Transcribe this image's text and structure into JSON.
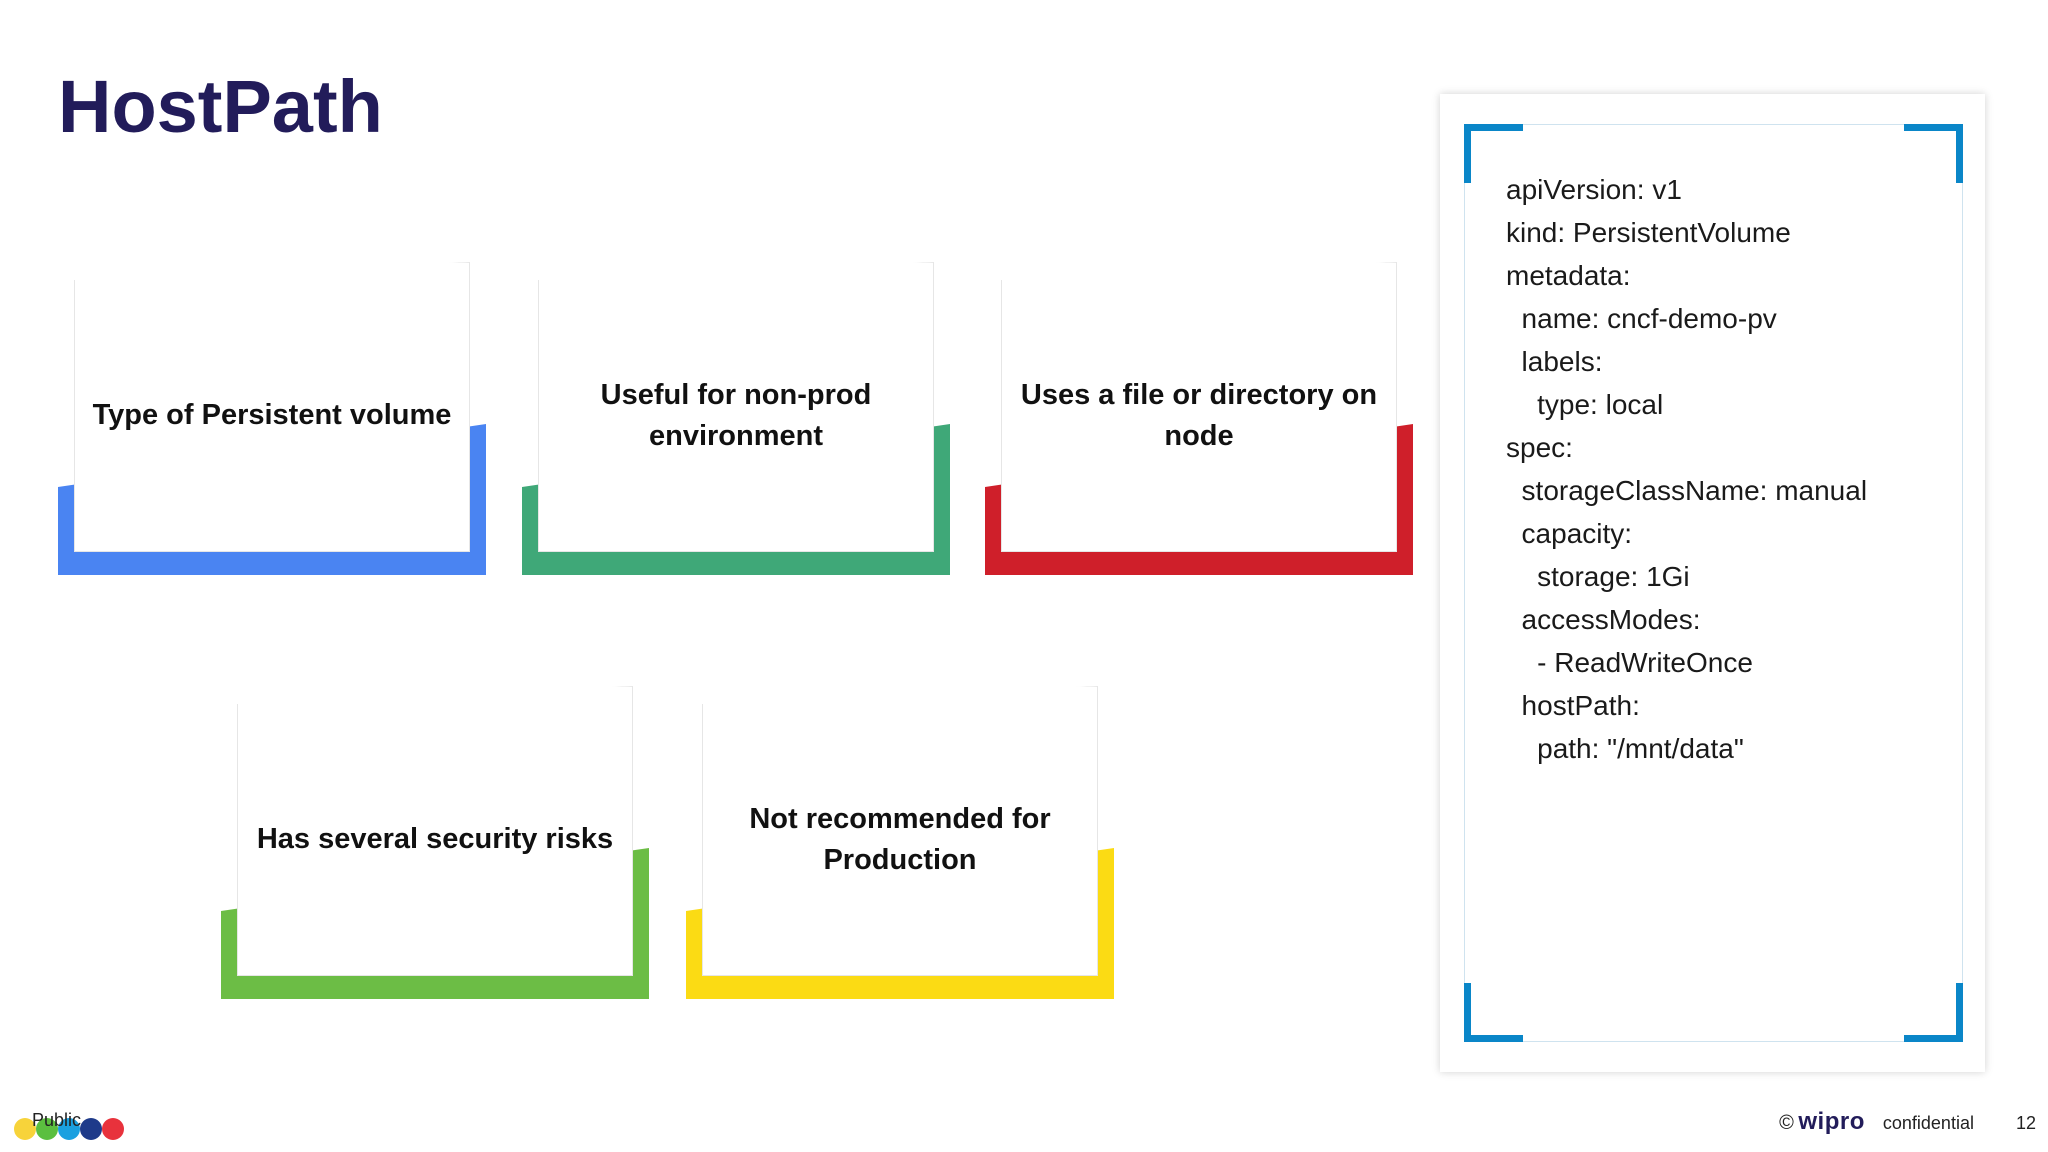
{
  "title": "HostPath",
  "cards": [
    {
      "label": "Type of Persistent volume",
      "color": "#4a84f2"
    },
    {
      "label": "Useful for non-prod environment",
      "color": "#3fa878"
    },
    {
      "label": "Uses a file or directory on node",
      "color": "#cf1f2a"
    },
    {
      "label": "Has several security risks",
      "color": "#6cbd45"
    },
    {
      "label": "Not recommended for Production",
      "color": "#fbdb14"
    }
  ],
  "code": {
    "lines": [
      "apiVersion: v1",
      "kind: PersistentVolume",
      "metadata:",
      "  name: cncf-demo-pv",
      "  labels:",
      "    type: local",
      "spec:",
      "  storageClassName: manual",
      "  capacity:",
      "    storage: 1Gi",
      "  accessModes:",
      "    - ReadWriteOnce",
      "  hostPath:",
      "    path: \"/mnt/data\""
    ],
    "accent_color": "#0a86c8"
  },
  "footer": {
    "classification": "Public",
    "copyright_symbol": "©",
    "brand": "wipro",
    "confidential": "confidential",
    "page_number": "12",
    "dot_colors": [
      "#f7d33a",
      "#5bbf3f",
      "#1aa0e0",
      "#1e3a8a",
      "#e8323c"
    ]
  }
}
